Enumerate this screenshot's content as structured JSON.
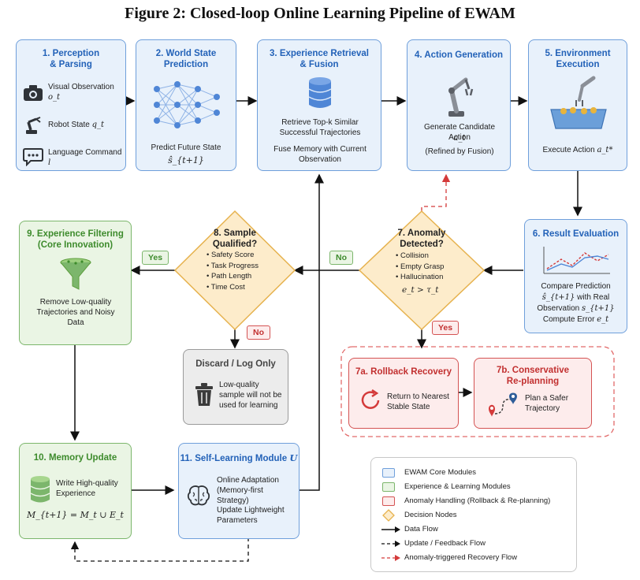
{
  "title": "Figure 2: Closed-loop Online Learning Pipeline of EWAM",
  "nodes": {
    "perception": {
      "title": "1. Perception\n& Parsing",
      "visual": "Visual Observation",
      "visual_sym": "o_t",
      "robot": "Robot State",
      "robot_sym": "q_t",
      "language": "Language Command",
      "language_sym": "l"
    },
    "world_state": {
      "title": "2. World State\nPrediction",
      "text": "Predict Future State",
      "sym": "ŝ_{t+1}"
    },
    "retrieval": {
      "title": "3. Experience Retrieval\n& Fusion",
      "text1": "Retrieve Top-k Similar Successful Trajectories",
      "text2": "Fuse Memory with Current Observation"
    },
    "action_gen": {
      "title": "4. Action Generation",
      "text1": "Generate Candidate Action",
      "sym": "a_t",
      "text2": "(Refined by Fusion)"
    },
    "env_exec": {
      "title": "5. Environment\nExecution",
      "text": "Execute Action",
      "sym": "a_t*"
    },
    "result_eval": {
      "title": "6. Result Evaluation",
      "line1": "Compare Prediction",
      "line2_sym": "ŝ_{t+1}",
      "line2": "with Real",
      "line3": "Observation",
      "line3_sym": "s_{t+1}",
      "line4": "Compute Error",
      "line4_sym": "e_t"
    },
    "anomaly": {
      "title": "7. Anomaly\nDetected?",
      "items": [
        "Collision",
        "Empty Grasp",
        "Hallucination"
      ],
      "cond": "e_t > τ_t"
    },
    "rollback": {
      "title": "7a. Rollback Recovery",
      "text": "Return to Nearest Stable State"
    },
    "replan": {
      "title": "7b. Conservative\nRe-planning",
      "text": "Plan a Safer Trajectory"
    },
    "sample_q": {
      "title": "8. Sample\nQualified?",
      "items": [
        "Safety Score",
        "Task Progress",
        "Path Length",
        "Time Cost"
      ]
    },
    "filtering": {
      "title": "9. Experience Filtering\n(Core Innovation)",
      "text": "Remove Low-quality Trajectories and Noisy Data"
    },
    "discard": {
      "title": "Discard / Log Only",
      "text": "Low-quality sample will not be used for learning"
    },
    "memory": {
      "title": "10. Memory Update",
      "text": "Write High-quality Experience",
      "formula": "M_{t+1} = M_t ∪ E_t"
    },
    "self_learning": {
      "title": "11. Self-Learning Module",
      "title_sym": "U",
      "text1": "Online Adaptation (Memory-first Strategy)",
      "text2": "Update Lightweight Parameters"
    }
  },
  "tags": {
    "yes_sample": "Yes",
    "no_anomaly": "No",
    "no_sample": "No",
    "yes_anomaly": "Yes"
  },
  "legend": {
    "core": "EWAM Core Modules",
    "learning": "Experience & Learning Modules",
    "anomaly": "Anomaly Handling (Rollback & Re-planning)",
    "decision": "Decision Nodes",
    "data_flow": "Data Flow",
    "update_flow": "Update / Feedback Flow",
    "recovery_flow": "Anomaly-triggered Recovery Flow"
  },
  "colors": {
    "core_fill": "#e8f1fb",
    "core_border": "#6f9fdb",
    "learning_fill": "#eaf5e4",
    "learning_border": "#7cb66c",
    "anomaly_fill": "#fdecec",
    "anomaly_border": "#d45353",
    "decision_fill": "#fdeccb",
    "decision_border": "#e6b24e"
  },
  "icons": [
    "camera-icon",
    "robot-arm-icon",
    "speech-bubble-icon",
    "neural-network-icon",
    "database-icon",
    "trash-icon",
    "brain-icon",
    "funnel-icon",
    "error-chart-icon",
    "map-pin-icon",
    "refresh-icon"
  ]
}
